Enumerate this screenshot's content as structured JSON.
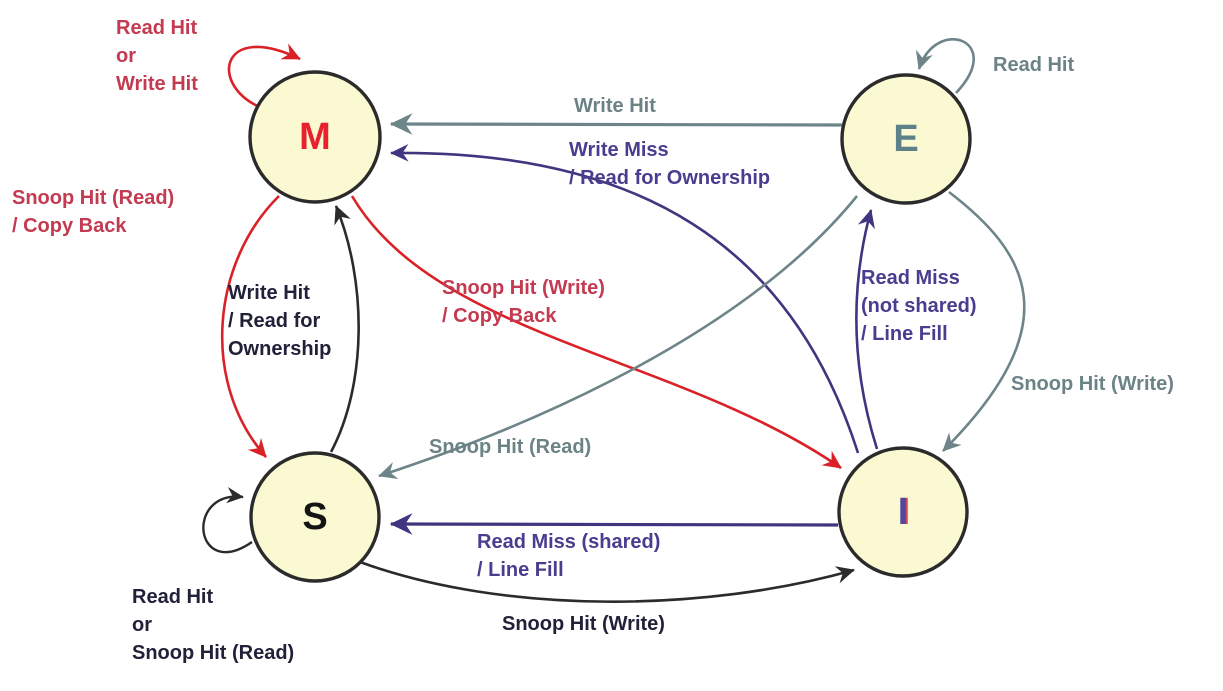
{
  "diagram": {
    "kind": "state-transition-diagram",
    "palette": {
      "node_fill": "#fbf9d2",
      "node_stroke": "#2b2b2b",
      "red": "#d92127",
      "red_text": "#c43a50",
      "gray": "#6d8589",
      "purple": "#41357f",
      "black": "#2b2b2b"
    },
    "nodes": {
      "M": {
        "label": "M",
        "letter_color": "#e8212e"
      },
      "E": {
        "label": "E",
        "letter_color": "#5c8189"
      },
      "S": {
        "label": "S",
        "letter_color": "#141414"
      },
      "I": {
        "label": "I",
        "letter_color": "#53489b"
      }
    },
    "transitions": [
      {
        "from": "M",
        "to": "M",
        "color": "red",
        "label": "Read Hit\nor\nWrite Hit"
      },
      {
        "from": "E",
        "to": "E",
        "color": "gray",
        "label": "Read Hit"
      },
      {
        "from": "E",
        "to": "M",
        "color": "gray",
        "label": "Write Hit"
      },
      {
        "from": "I",
        "to": "M",
        "color": "purple",
        "label": "Write Miss\n/ Read for Ownership"
      },
      {
        "from": "M",
        "to": "S",
        "color": "red",
        "label": "Snoop Hit (Read)\n/ Copy Back"
      },
      {
        "from": "S",
        "to": "M",
        "color": "black",
        "label": "Write Hit\n/ Read for\nOwnership"
      },
      {
        "from": "M",
        "to": "I",
        "color": "red",
        "label": "Snoop Hit (Write)\n/ Copy Back"
      },
      {
        "from": "I",
        "to": "E",
        "color": "purple",
        "label": "Read Miss\n(not shared)\n/ Line Fill"
      },
      {
        "from": "E",
        "to": "I",
        "color": "gray",
        "label": "Snoop Hit (Write)"
      },
      {
        "from": "E",
        "to": "S",
        "color": "gray",
        "label": "Snoop Hit (Read)"
      },
      {
        "from": "I",
        "to": "S",
        "color": "purple",
        "label": "Read Miss (shared)\n/ Line Fill"
      },
      {
        "from": "S",
        "to": "I",
        "color": "black",
        "label": "Snoop Hit (Write)"
      },
      {
        "from": "S",
        "to": "S",
        "color": "black",
        "label": "Read Hit\nor\nSnoop Hit (Read)"
      }
    ]
  }
}
